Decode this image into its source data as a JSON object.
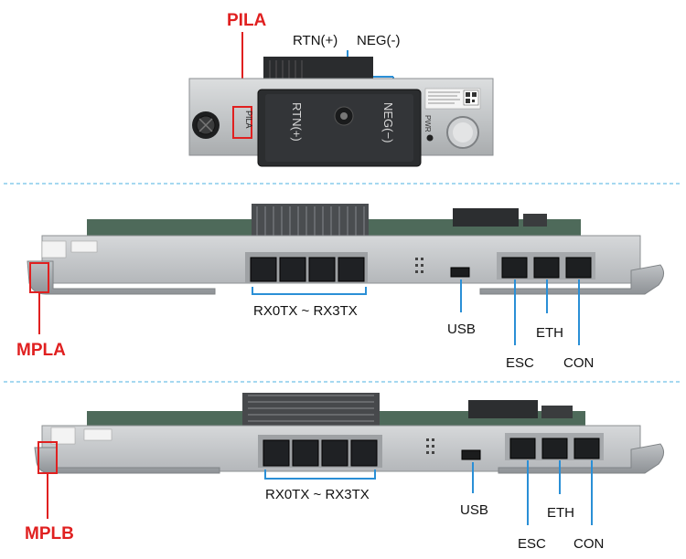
{
  "colors": {
    "accent_red": "#e02020",
    "accent_blue": "#2a8fd6",
    "divider": "#6fc1e8",
    "panel": "#c9cbcd",
    "panel_dark": "#9fa2a5",
    "pcb": "#4e6a5a"
  },
  "pila": {
    "title": "PILA",
    "rtn_label": "RTN(+)",
    "neg_label": "NEG(-)",
    "plate_label": "PILA",
    "rtn_engraved": "RTN(+)",
    "neg_engraved": "NEG(−)",
    "pwr_label": "PWR"
  },
  "mpla": {
    "name": "MPLA",
    "port_range": "RX0TX ~ RX3TX",
    "usb": "USB",
    "esc": "ESC",
    "eth": "ETH",
    "con": "CON"
  },
  "mplb": {
    "name": "MPLB",
    "port_range": "RX0TX ~ RX3TX",
    "usb": "USB",
    "esc": "ESC",
    "eth": "ETH",
    "con": "CON"
  }
}
